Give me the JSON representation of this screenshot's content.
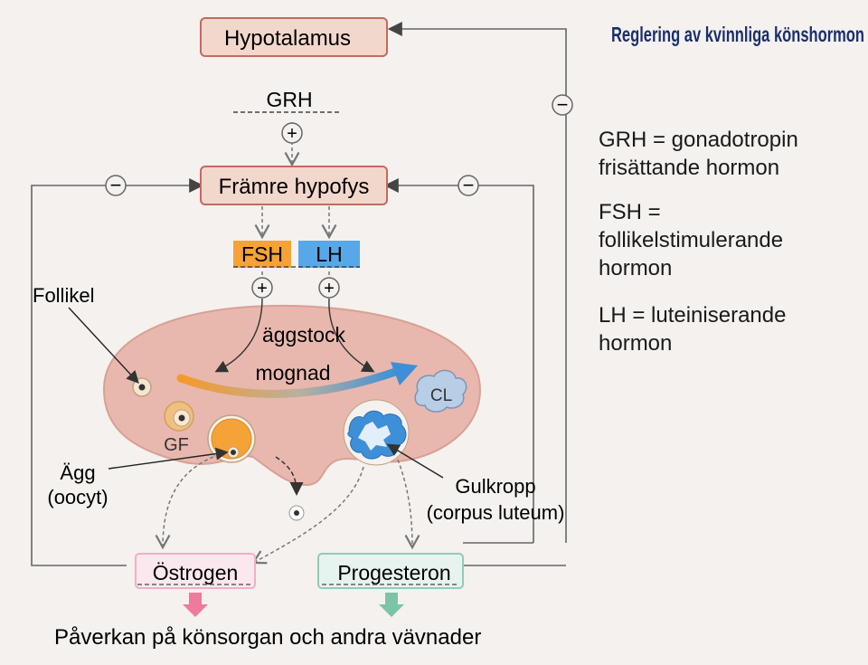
{
  "title": "Reglering av kvinnliga könshormon",
  "legend": [
    {
      "line1": "GRH = gonadotropin",
      "line2": "frisättande hormon"
    },
    {
      "line1": "FSH =",
      "line2": "follikelstimulerande",
      "line3": "hormon"
    },
    {
      "line1": "LH = luteiniserande",
      "line2": "hormon"
    }
  ],
  "nodes": {
    "hypothalamus": "Hypotalamus",
    "grh": "GRH",
    "anterior_pituitary": "Främre hypofys",
    "fsh": "FSH",
    "lh": "LH",
    "oestrogen": "Östrogen",
    "progesterone": "Progesteron"
  },
  "ovary": {
    "maturation_line1": "äggstock",
    "maturation_line2": "mognad",
    "gf": "GF",
    "cl": "CL"
  },
  "labels": {
    "follicle": "Follikel",
    "egg_line1": "Ägg",
    "egg_line2": "(oocyt)",
    "corpus_line1": "Gulkropp",
    "corpus_line2": "(corpus luteum)",
    "effect": "Påverkan på könsorgan och andra vävnader"
  },
  "signs": {
    "plus": "+",
    "minus": "−"
  },
  "colors": {
    "box_fill": "#f2d7cc",
    "box_border": "#c46a5e",
    "ovary_fill": "#e8b8ae",
    "fsh_fill": "#f5a236",
    "lh_fill": "#57a8e8",
    "title": "#1b2f6e"
  }
}
